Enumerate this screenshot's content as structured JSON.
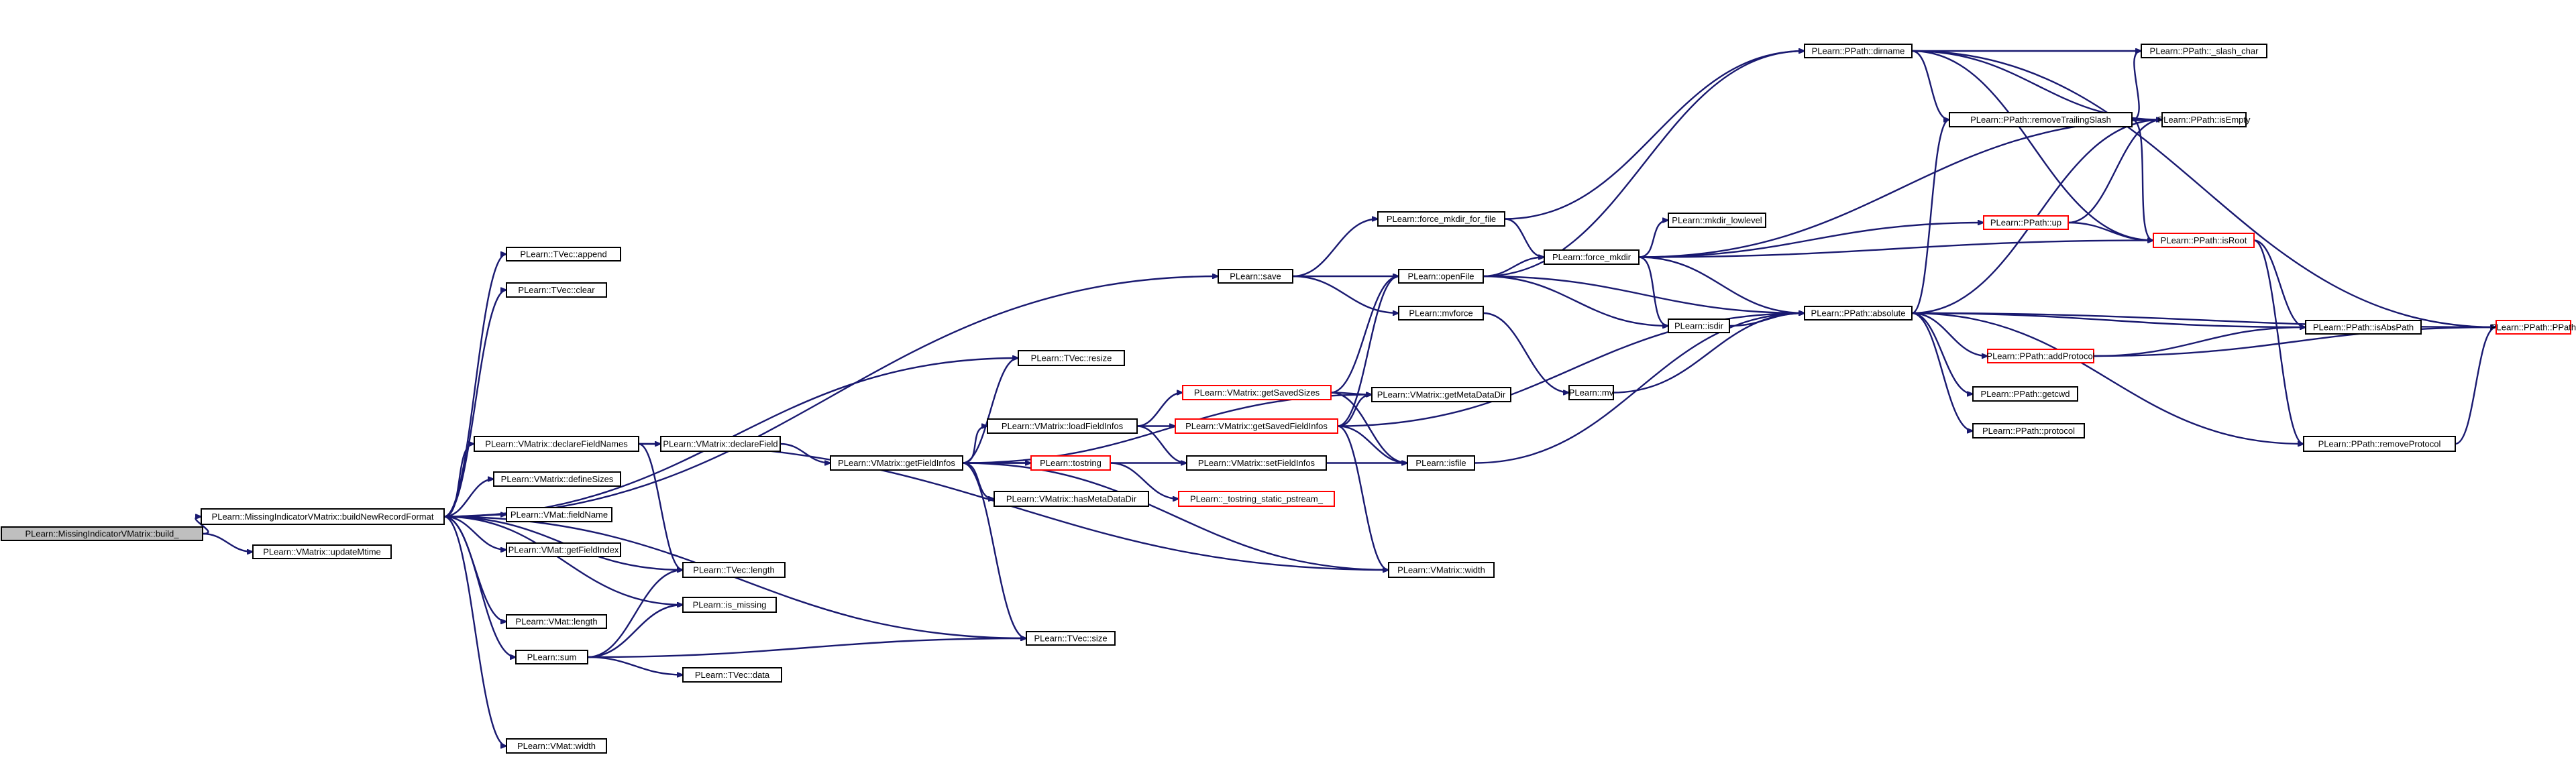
{
  "colors": {
    "edge": "#191970",
    "node_border": "#000000",
    "truncated_border": "#ff0000",
    "root_fill": "#bfbfbf",
    "node_fill": "#ffffff"
  },
  "nodes": [
    {
      "id": "build",
      "label": "PLearn::MissingIndicatorVMatrix::build_",
      "kind": "root"
    },
    {
      "id": "buildNew",
      "label": "PLearn::MissingIndicatorVMatrix::buildNewRecordFormat",
      "kind": "normal"
    },
    {
      "id": "updateMtime",
      "label": "PLearn::VMatrix::updateMtime",
      "kind": "normal"
    },
    {
      "id": "append",
      "label": "PLearn::TVec::append",
      "kind": "normal"
    },
    {
      "id": "clear",
      "label": "PLearn::TVec::clear",
      "kind": "normal"
    },
    {
      "id": "declareFieldNames",
      "label": "PLearn::VMatrix::declareFieldNames",
      "kind": "normal"
    },
    {
      "id": "defineSizes",
      "label": "PLearn::VMatrix::defineSizes",
      "kind": "normal"
    },
    {
      "id": "fieldName",
      "label": "PLearn::VMat::fieldName",
      "kind": "normal"
    },
    {
      "id": "getFieldIndex",
      "label": "PLearn::VMat::getFieldIndex",
      "kind": "normal"
    },
    {
      "id": "vmatLength",
      "label": "PLearn::VMat::length",
      "kind": "normal"
    },
    {
      "id": "sum",
      "label": "PLearn::sum",
      "kind": "normal"
    },
    {
      "id": "vmatWidth",
      "label": "PLearn::VMat::width",
      "kind": "normal"
    },
    {
      "id": "declareField",
      "label": "PLearn::VMatrix::declareField",
      "kind": "normal"
    },
    {
      "id": "tvecLength",
      "label": "PLearn::TVec::length",
      "kind": "normal"
    },
    {
      "id": "isMissing",
      "label": "PLearn::is_missing",
      "kind": "normal"
    },
    {
      "id": "tvecData",
      "label": "PLearn::TVec::data",
      "kind": "normal"
    },
    {
      "id": "getFieldInfos",
      "label": "PLearn::VMatrix::getFieldInfos",
      "kind": "normal"
    },
    {
      "id": "resize",
      "label": "PLearn::TVec::resize",
      "kind": "normal"
    },
    {
      "id": "loadFieldInfos",
      "label": "PLearn::VMatrix::loadFieldInfos",
      "kind": "normal"
    },
    {
      "id": "tostring",
      "label": "PLearn::tostring",
      "kind": "trunc"
    },
    {
      "id": "hasMetaDataDir",
      "label": "PLearn::VMatrix::hasMetaDataDir",
      "kind": "normal"
    },
    {
      "id": "tvecSize",
      "label": "PLearn::TVec::size",
      "kind": "normal"
    },
    {
      "id": "save",
      "label": "PLearn::save",
      "kind": "normal"
    },
    {
      "id": "getSavedSizes",
      "label": "PLearn::VMatrix::getSavedSizes",
      "kind": "trunc"
    },
    {
      "id": "getSavedFieldInfos",
      "label": "PLearn::VMatrix::getSavedFieldInfos",
      "kind": "trunc"
    },
    {
      "id": "setFieldInfos",
      "label": "PLearn::VMatrix::setFieldInfos",
      "kind": "normal"
    },
    {
      "id": "tostringStatic",
      "label": "PLearn::_tostring_static_pstream_",
      "kind": "trunc"
    },
    {
      "id": "forceMkdirForFile",
      "label": "PLearn::force_mkdir_for_file",
      "kind": "normal"
    },
    {
      "id": "openFile",
      "label": "PLearn::openFile",
      "kind": "normal"
    },
    {
      "id": "mvforce",
      "label": "PLearn::mvforce",
      "kind": "normal"
    },
    {
      "id": "getMetaDataDir",
      "label": "PLearn::VMatrix::getMetaDataDir",
      "kind": "normal"
    },
    {
      "id": "isfile",
      "label": "PLearn::isfile",
      "kind": "normal"
    },
    {
      "id": "vmatrixWidth",
      "label": "PLearn::VMatrix::width",
      "kind": "normal"
    },
    {
      "id": "forceMkdir",
      "label": "PLearn::force_mkdir",
      "kind": "normal"
    },
    {
      "id": "mv",
      "label": "PLearn::mv",
      "kind": "normal"
    },
    {
      "id": "mkdirLowlevel",
      "label": "PLearn::mkdir_lowlevel",
      "kind": "normal"
    },
    {
      "id": "isdir",
      "label": "PLearn::isdir",
      "kind": "normal"
    },
    {
      "id": "dirname",
      "label": "PLearn::PPath::dirname",
      "kind": "normal"
    },
    {
      "id": "removeTrailingSlash",
      "label": "PLearn::PPath::removeTrailingSlash",
      "kind": "normal"
    },
    {
      "id": "up",
      "label": "PLearn::PPath::up",
      "kind": "trunc"
    },
    {
      "id": "absolute",
      "label": "PLearn::PPath::absolute",
      "kind": "normal"
    },
    {
      "id": "getcwd",
      "label": "PLearn::PPath::getcwd",
      "kind": "normal"
    },
    {
      "id": "protocol",
      "label": "PLearn::PPath::protocol",
      "kind": "normal"
    },
    {
      "id": "addProtocol",
      "label": "PLearn::PPath::addProtocol",
      "kind": "trunc"
    },
    {
      "id": "slashChar",
      "label": "PLearn::PPath::_slash_char",
      "kind": "normal"
    },
    {
      "id": "isEmpty",
      "label": "PLearn::PPath::isEmpty",
      "kind": "normal"
    },
    {
      "id": "isRoot",
      "label": "PLearn::PPath::isRoot",
      "kind": "trunc"
    },
    {
      "id": "isAbsPath",
      "label": "PLearn::PPath::isAbsPath",
      "kind": "normal"
    },
    {
      "id": "removeProtocol",
      "label": "PLearn::PPath::removeProtocol",
      "kind": "normal"
    },
    {
      "id": "ppath",
      "label": "PLearn::PPath::PPath",
      "kind": "trunc"
    }
  ],
  "edges": [
    [
      "build",
      "buildNew"
    ],
    [
      "build",
      "updateMtime"
    ],
    [
      "buildNew",
      "append"
    ],
    [
      "buildNew",
      "clear"
    ],
    [
      "buildNew",
      "declareFieldNames"
    ],
    [
      "buildNew",
      "defineSizes"
    ],
    [
      "buildNew",
      "fieldName"
    ],
    [
      "buildNew",
      "getFieldIndex"
    ],
    [
      "buildNew",
      "vmatLength"
    ],
    [
      "buildNew",
      "sum"
    ],
    [
      "buildNew",
      "vmatWidth"
    ],
    [
      "buildNew",
      "resize"
    ],
    [
      "buildNew",
      "save"
    ],
    [
      "buildNew",
      "isMissing"
    ],
    [
      "buildNew",
      "tvecSize"
    ],
    [
      "buildNew",
      "tvecLength"
    ],
    [
      "declareFieldNames",
      "declareField"
    ],
    [
      "declareFieldNames",
      "tvecLength"
    ],
    [
      "declareFieldNames",
      "vmatrixWidth"
    ],
    [
      "declareField",
      "getFieldInfos"
    ],
    [
      "getFieldInfos",
      "resize"
    ],
    [
      "getFieldInfos",
      "loadFieldInfos"
    ],
    [
      "getFieldInfos",
      "tostring"
    ],
    [
      "getFieldInfos",
      "hasMetaDataDir"
    ],
    [
      "getFieldInfos",
      "tvecSize"
    ],
    [
      "getFieldInfos",
      "getMetaDataDir"
    ],
    [
      "getFieldInfos",
      "isfile"
    ],
    [
      "getFieldInfos",
      "vmatrixWidth"
    ],
    [
      "loadFieldInfos",
      "getSavedSizes"
    ],
    [
      "loadFieldInfos",
      "getSavedFieldInfos"
    ],
    [
      "loadFieldInfos",
      "setFieldInfos"
    ],
    [
      "tostring",
      "tostringStatic"
    ],
    [
      "getSavedSizes",
      "openFile"
    ],
    [
      "getSavedSizes",
      "getMetaDataDir"
    ],
    [
      "getSavedSizes",
      "isfile"
    ],
    [
      "getSavedFieldInfos",
      "openFile"
    ],
    [
      "getSavedFieldInfos",
      "getMetaDataDir"
    ],
    [
      "getSavedFieldInfos",
      "isfile"
    ],
    [
      "getSavedFieldInfos",
      "vmatrixWidth"
    ],
    [
      "getSavedFieldInfos",
      "absolute"
    ],
    [
      "sum",
      "tvecLength"
    ],
    [
      "sum",
      "isMissing"
    ],
    [
      "sum",
      "tvecData"
    ],
    [
      "sum",
      "tvecSize"
    ],
    [
      "save",
      "forceMkdirForFile"
    ],
    [
      "save",
      "openFile"
    ],
    [
      "save",
      "mvforce"
    ],
    [
      "forceMkdirForFile",
      "forceMkdir"
    ],
    [
      "forceMkdirForFile",
      "dirname"
    ],
    [
      "openFile",
      "forceMkdir"
    ],
    [
      "openFile",
      "isdir"
    ],
    [
      "openFile",
      "absolute"
    ],
    [
      "openFile",
      "dirname"
    ],
    [
      "mvforce",
      "mv"
    ],
    [
      "mv",
      "absolute"
    ],
    [
      "isfile",
      "absolute"
    ],
    [
      "isdir",
      "absolute"
    ],
    [
      "forceMkdir",
      "mkdirLowlevel"
    ],
    [
      "forceMkdir",
      "isdir"
    ],
    [
      "forceMkdir",
      "absolute"
    ],
    [
      "forceMkdir",
      "up"
    ],
    [
      "forceMkdir",
      "isEmpty"
    ],
    [
      "forceMkdir",
      "isRoot"
    ],
    [
      "dirname",
      "removeTrailingSlash"
    ],
    [
      "dirname",
      "slashChar"
    ],
    [
      "dirname",
      "isEmpty"
    ],
    [
      "dirname",
      "isRoot"
    ],
    [
      "dirname",
      "ppath"
    ],
    [
      "absolute",
      "removeTrailingSlash"
    ],
    [
      "absolute",
      "isEmpty"
    ],
    [
      "absolute",
      "getcwd"
    ],
    [
      "absolute",
      "protocol"
    ],
    [
      "absolute",
      "addProtocol"
    ],
    [
      "absolute",
      "isAbsPath"
    ],
    [
      "absolute",
      "removeProtocol"
    ],
    [
      "absolute",
      "ppath"
    ],
    [
      "removeTrailingSlash",
      "slashChar"
    ],
    [
      "removeTrailingSlash",
      "isEmpty"
    ],
    [
      "removeTrailingSlash",
      "isRoot"
    ],
    [
      "up",
      "isEmpty"
    ],
    [
      "up",
      "isRoot"
    ],
    [
      "isRoot",
      "isAbsPath"
    ],
    [
      "isRoot",
      "removeProtocol"
    ],
    [
      "addProtocol",
      "isAbsPath"
    ],
    [
      "addProtocol",
      "ppath"
    ],
    [
      "removeProtocol",
      "ppath"
    ]
  ]
}
